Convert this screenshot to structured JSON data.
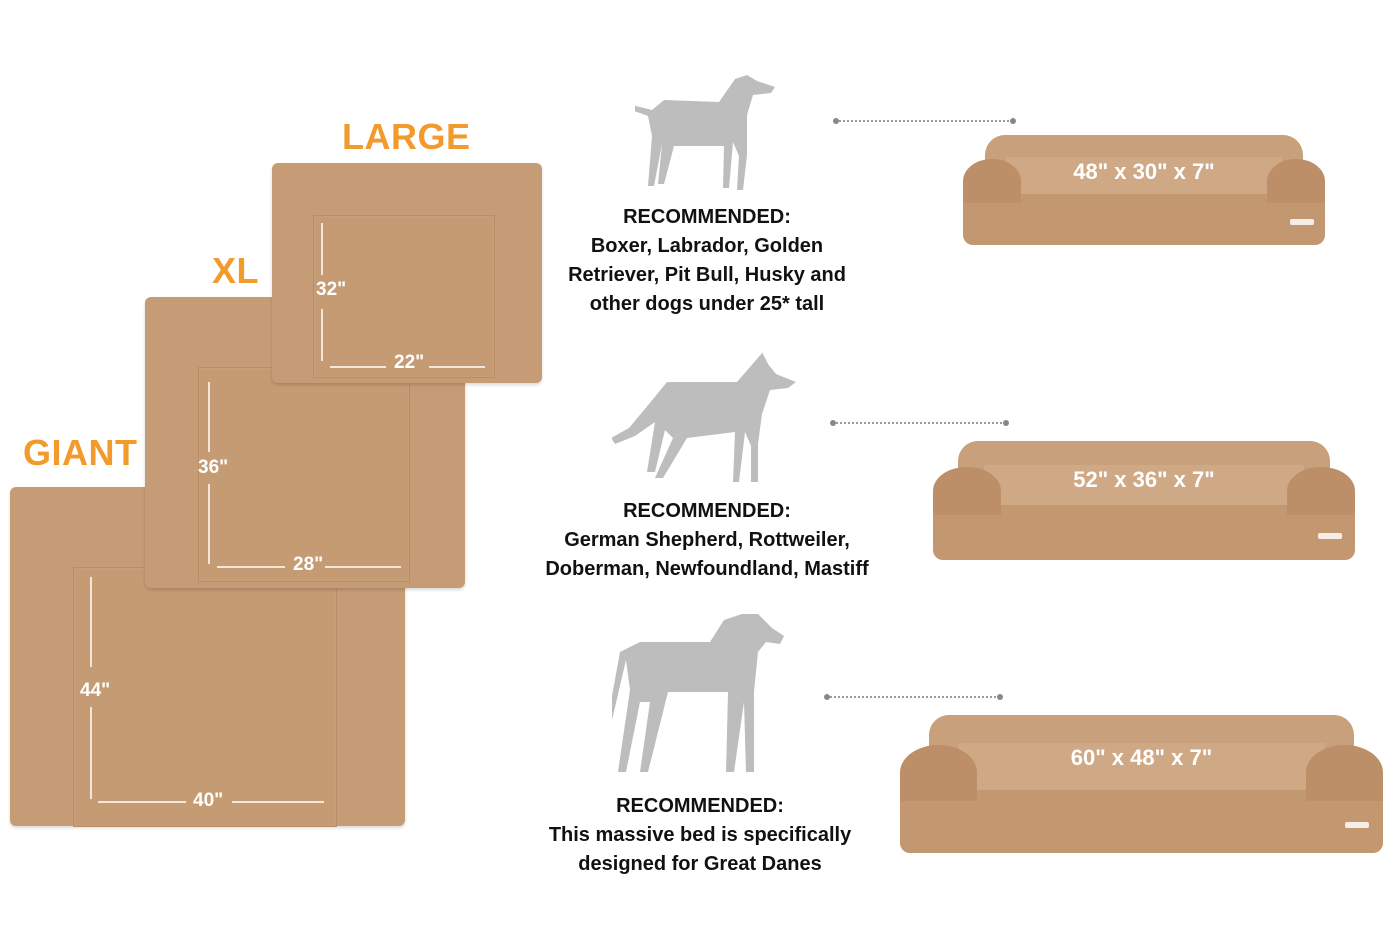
{
  "sizes": [
    {
      "name": "LARGE",
      "length": "32\"",
      "width": "22\"",
      "dimensions": "48\" x 30\" x 7\"",
      "heading": "RECOMMENDED:",
      "recommendation": "Boxer, Labrador, Golden Retriever, Pit Bull, Husky and other dogs under 25* tall"
    },
    {
      "name": "XL",
      "length": "36\"",
      "width": "28\"",
      "dimensions": "52\" x 36\" x 7\"",
      "heading": "RECOMMENDED:",
      "recommendation": "German Shepherd, Rottweiler, Doberman, Newfoundland, Mastiff"
    },
    {
      "name": "GIANT",
      "length": "44\"",
      "width": "40\"",
      "dimensions": "60\" x 48\" x 7\"",
      "heading": "RECOMMENDED:",
      "recommendation": "This massive bed is specifically designed for Great Danes"
    }
  ],
  "colors": {
    "accent": "#F39A2C",
    "bed": "#C69C76",
    "dog": "#BDBDBD"
  }
}
